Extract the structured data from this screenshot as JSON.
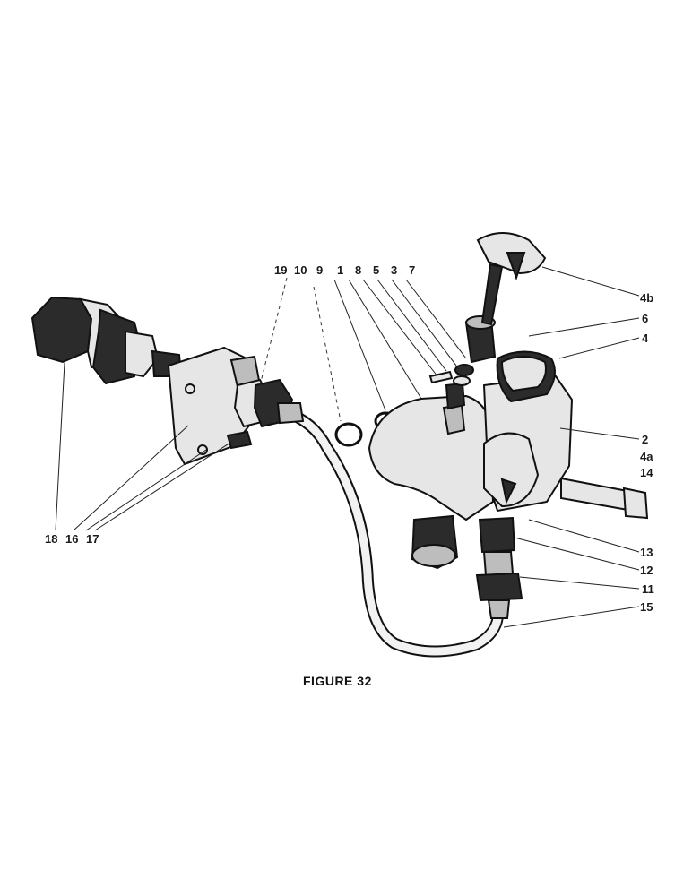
{
  "caption": "FIGURE 32",
  "labels": {
    "l19": "19",
    "l10": "10",
    "l9": "9",
    "l1": "1",
    "l8": "8",
    "l5": "5",
    "l3": "3",
    "l7": "7",
    "l4b": "4b",
    "l6": "6",
    "l4": "4",
    "l2": "2",
    "l4a": "4a",
    "l14": "14",
    "l13": "13",
    "l12": "12",
    "l11": "11",
    "l15": "15",
    "l18": "18",
    "l16": "16",
    "l17": "17"
  }
}
